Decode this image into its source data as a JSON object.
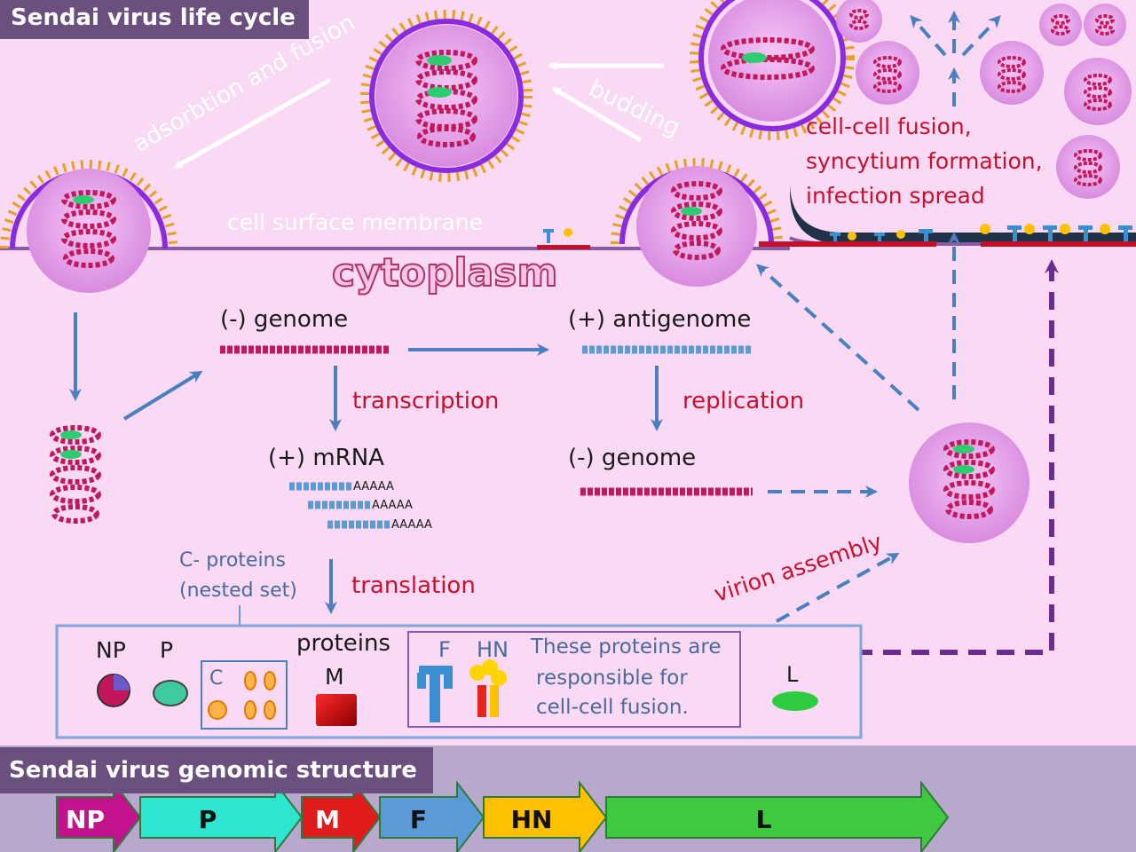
{
  "title": "Sendai virus life cycle",
  "virion_label": "virion",
  "colors": {
    "extracellular": "#1f3247",
    "cytoplasm": "#f9d9f4",
    "title_bg": "#6b4f7e",
    "arrow_blue": "#4a7fbf",
    "arrow_purple": "#6a2c91",
    "red_text": "#c8102e",
    "strip_bg": "#b8a8cc"
  },
  "labels": {
    "adsorption": "adsorbtion and fusion",
    "budding": "budding",
    "membrane": "cell surface membrane",
    "cytoplasm": "cytoplasm",
    "fusion": [
      "cell-cell fusion,",
      "syncytium formation,",
      "infection spread"
    ],
    "neg_genome": "(-) genome",
    "pos_antigenome": "(+) antigenome",
    "transcription": "transcription",
    "replication": "replication",
    "mrna": "(+) mRNA",
    "polyA": "AAAAA",
    "neg_genome2": "(-) genome",
    "c_proteins": [
      "C- proteins",
      "(nested set)"
    ],
    "translation": "translation",
    "virion_assembly": "virion assembly"
  },
  "proteins": {
    "heading": "proteins",
    "np": "NP",
    "p": "P",
    "c": "C",
    "m": "M",
    "f": "F",
    "hn": "HN",
    "note": [
      "These proteins are",
      "responsible for",
      "cell-cell fusion."
    ],
    "l": "L"
  },
  "genomic_title": "Sendai virus genomic structure",
  "genes": [
    {
      "name": "NP",
      "color": "#c2128c"
    },
    {
      "name": "P",
      "color": "#2ee6d0"
    },
    {
      "name": "M",
      "color": "#e01b1b"
    },
    {
      "name": "F",
      "color": "#5b9bd5"
    },
    {
      "name": "HN",
      "color": "#ffc000"
    },
    {
      "name": "L",
      "color": "#3fc93f"
    }
  ]
}
